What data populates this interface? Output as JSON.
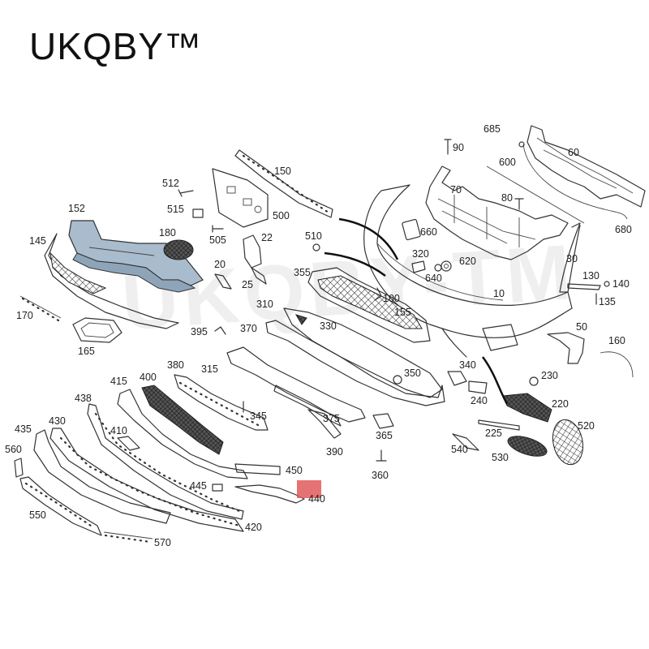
{
  "brand": "UKQBY™",
  "watermark": "UKQBY-TM",
  "colors": {
    "highlight": "#e05a5a",
    "shaded_part": "#a9bcce",
    "line": "#333333"
  },
  "labels": [
    "685",
    "90",
    "60",
    "600",
    "150",
    "512",
    "70",
    "515",
    "80",
    "500",
    "152",
    "660",
    "680",
    "180",
    "505",
    "22",
    "510",
    "145",
    "320",
    "620",
    "20",
    "640",
    "30",
    "355",
    "130",
    "140",
    "25",
    "100",
    "135",
    "10",
    "310",
    "155",
    "170",
    "330",
    "50",
    "395",
    "370",
    "160",
    "165",
    "380",
    "315",
    "340",
    "230",
    "400",
    "415",
    "350",
    "240",
    "220",
    "438",
    "345",
    "375",
    "365",
    "520",
    "430",
    "410",
    "225",
    "435",
    "540",
    "390",
    "530",
    "560",
    "450",
    "360",
    "445",
    "440",
    "550",
    "420",
    "570"
  ]
}
